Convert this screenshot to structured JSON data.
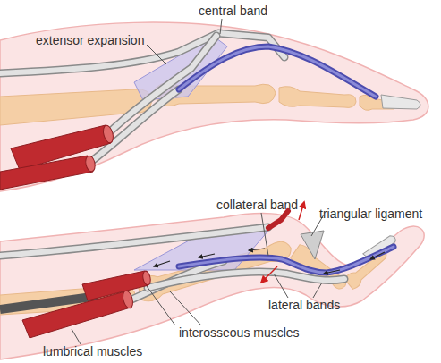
{
  "diagram": {
    "labels": [
      "central band",
      "extensor expansion",
      "collateral band",
      "triangular ligament",
      "lateral bands",
      "interosseous muscles",
      "lumbrical muscles"
    ]
  }
}
